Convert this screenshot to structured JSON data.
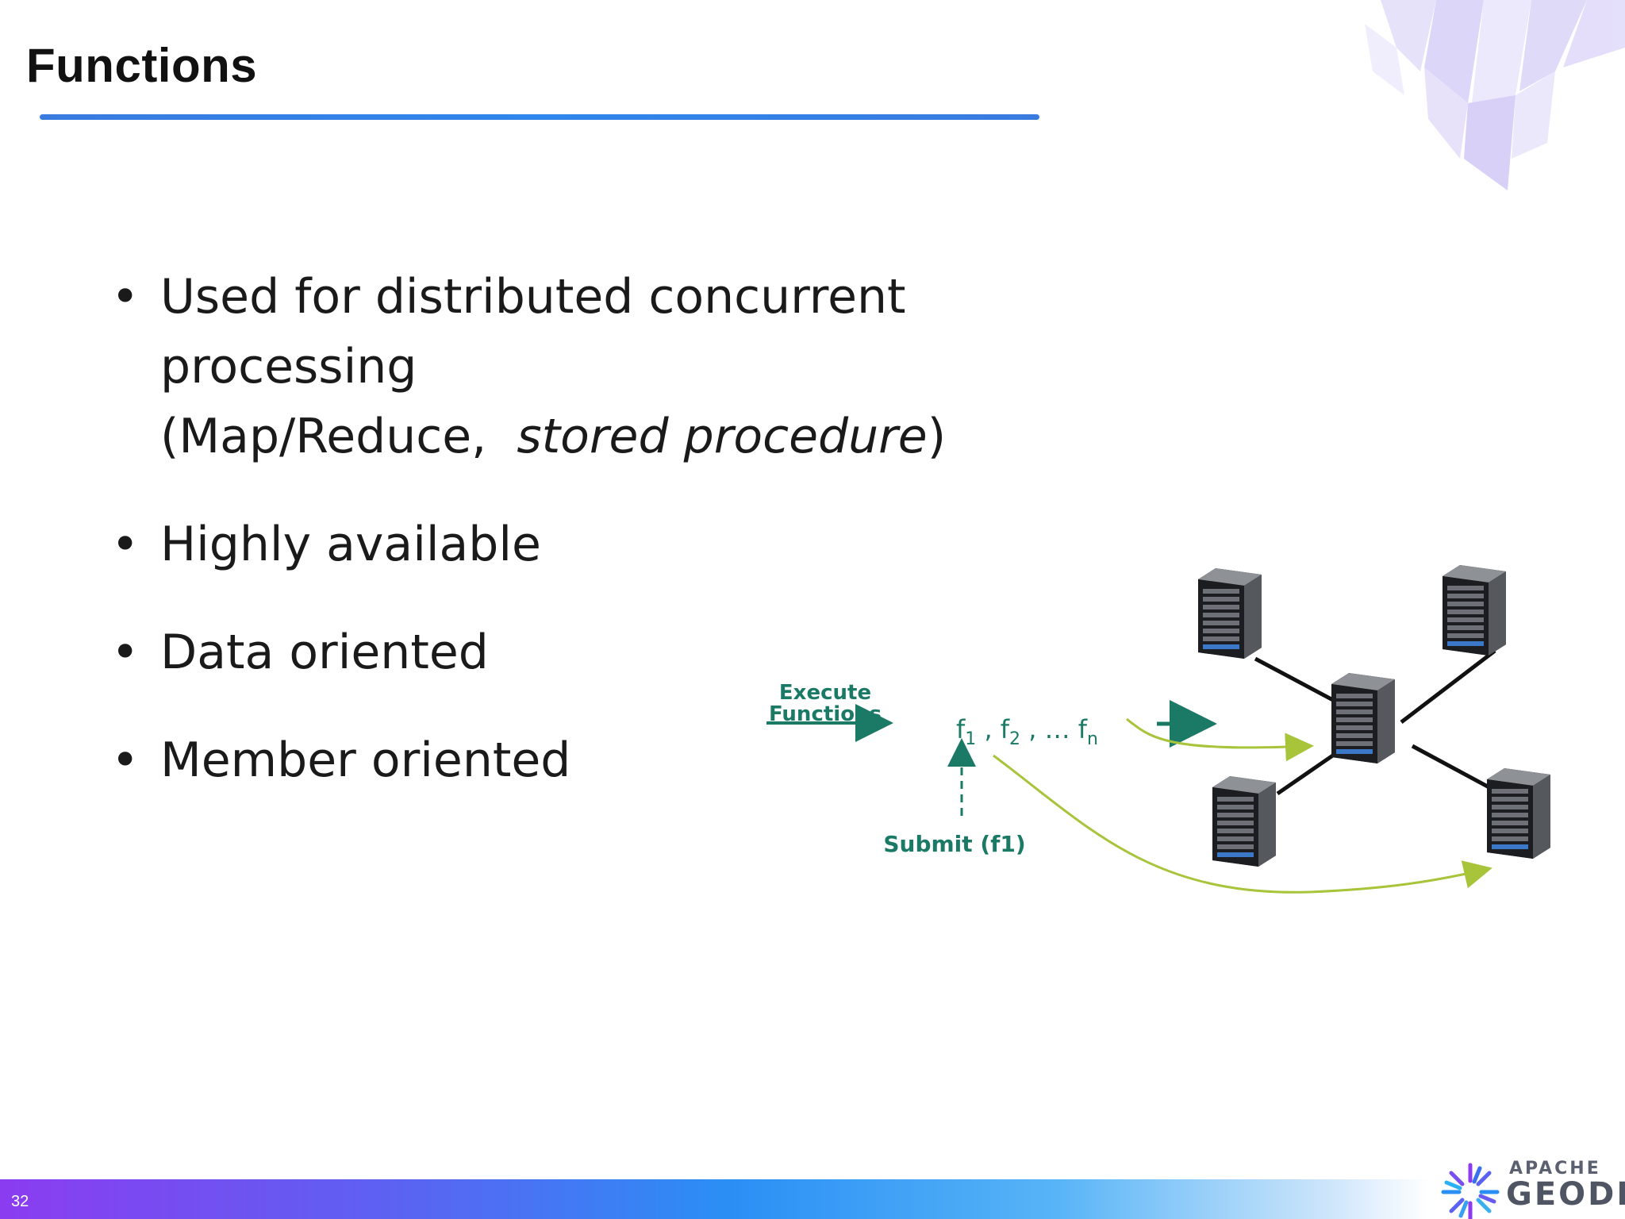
{
  "slide": {
    "title": "Functions",
    "page_number": "32",
    "accent_color": "#2f86ec"
  },
  "bullets": [
    {
      "marker": "•",
      "line1": "Used for distributed concurrent",
      "line2": "processing",
      "line3_prefix": "(Map/Reduce,  ",
      "line3_italic": "stored procedure",
      "line3_suffix": ")"
    },
    {
      "marker": "•",
      "text": "Highly available"
    },
    {
      "marker": "•",
      "text": "Data oriented"
    },
    {
      "marker": "•",
      "text": "Member oriented"
    }
  ],
  "diagram": {
    "execute_label_1": "Execute",
    "execute_label_2": "Functions",
    "functions_f": "f",
    "functions_sub1": "1",
    "functions_sep1": " , f",
    "functions_sub2": "2",
    "functions_sep2": " , … f",
    "functions_subn": "n",
    "submit_label": "Submit (f1)",
    "arrow_color": "#1a7a66",
    "flow_color": "#a8c43a",
    "server_icon": "server-rack-icon"
  },
  "logo": {
    "line1": "APACHE",
    "line2": "GEODE"
  }
}
